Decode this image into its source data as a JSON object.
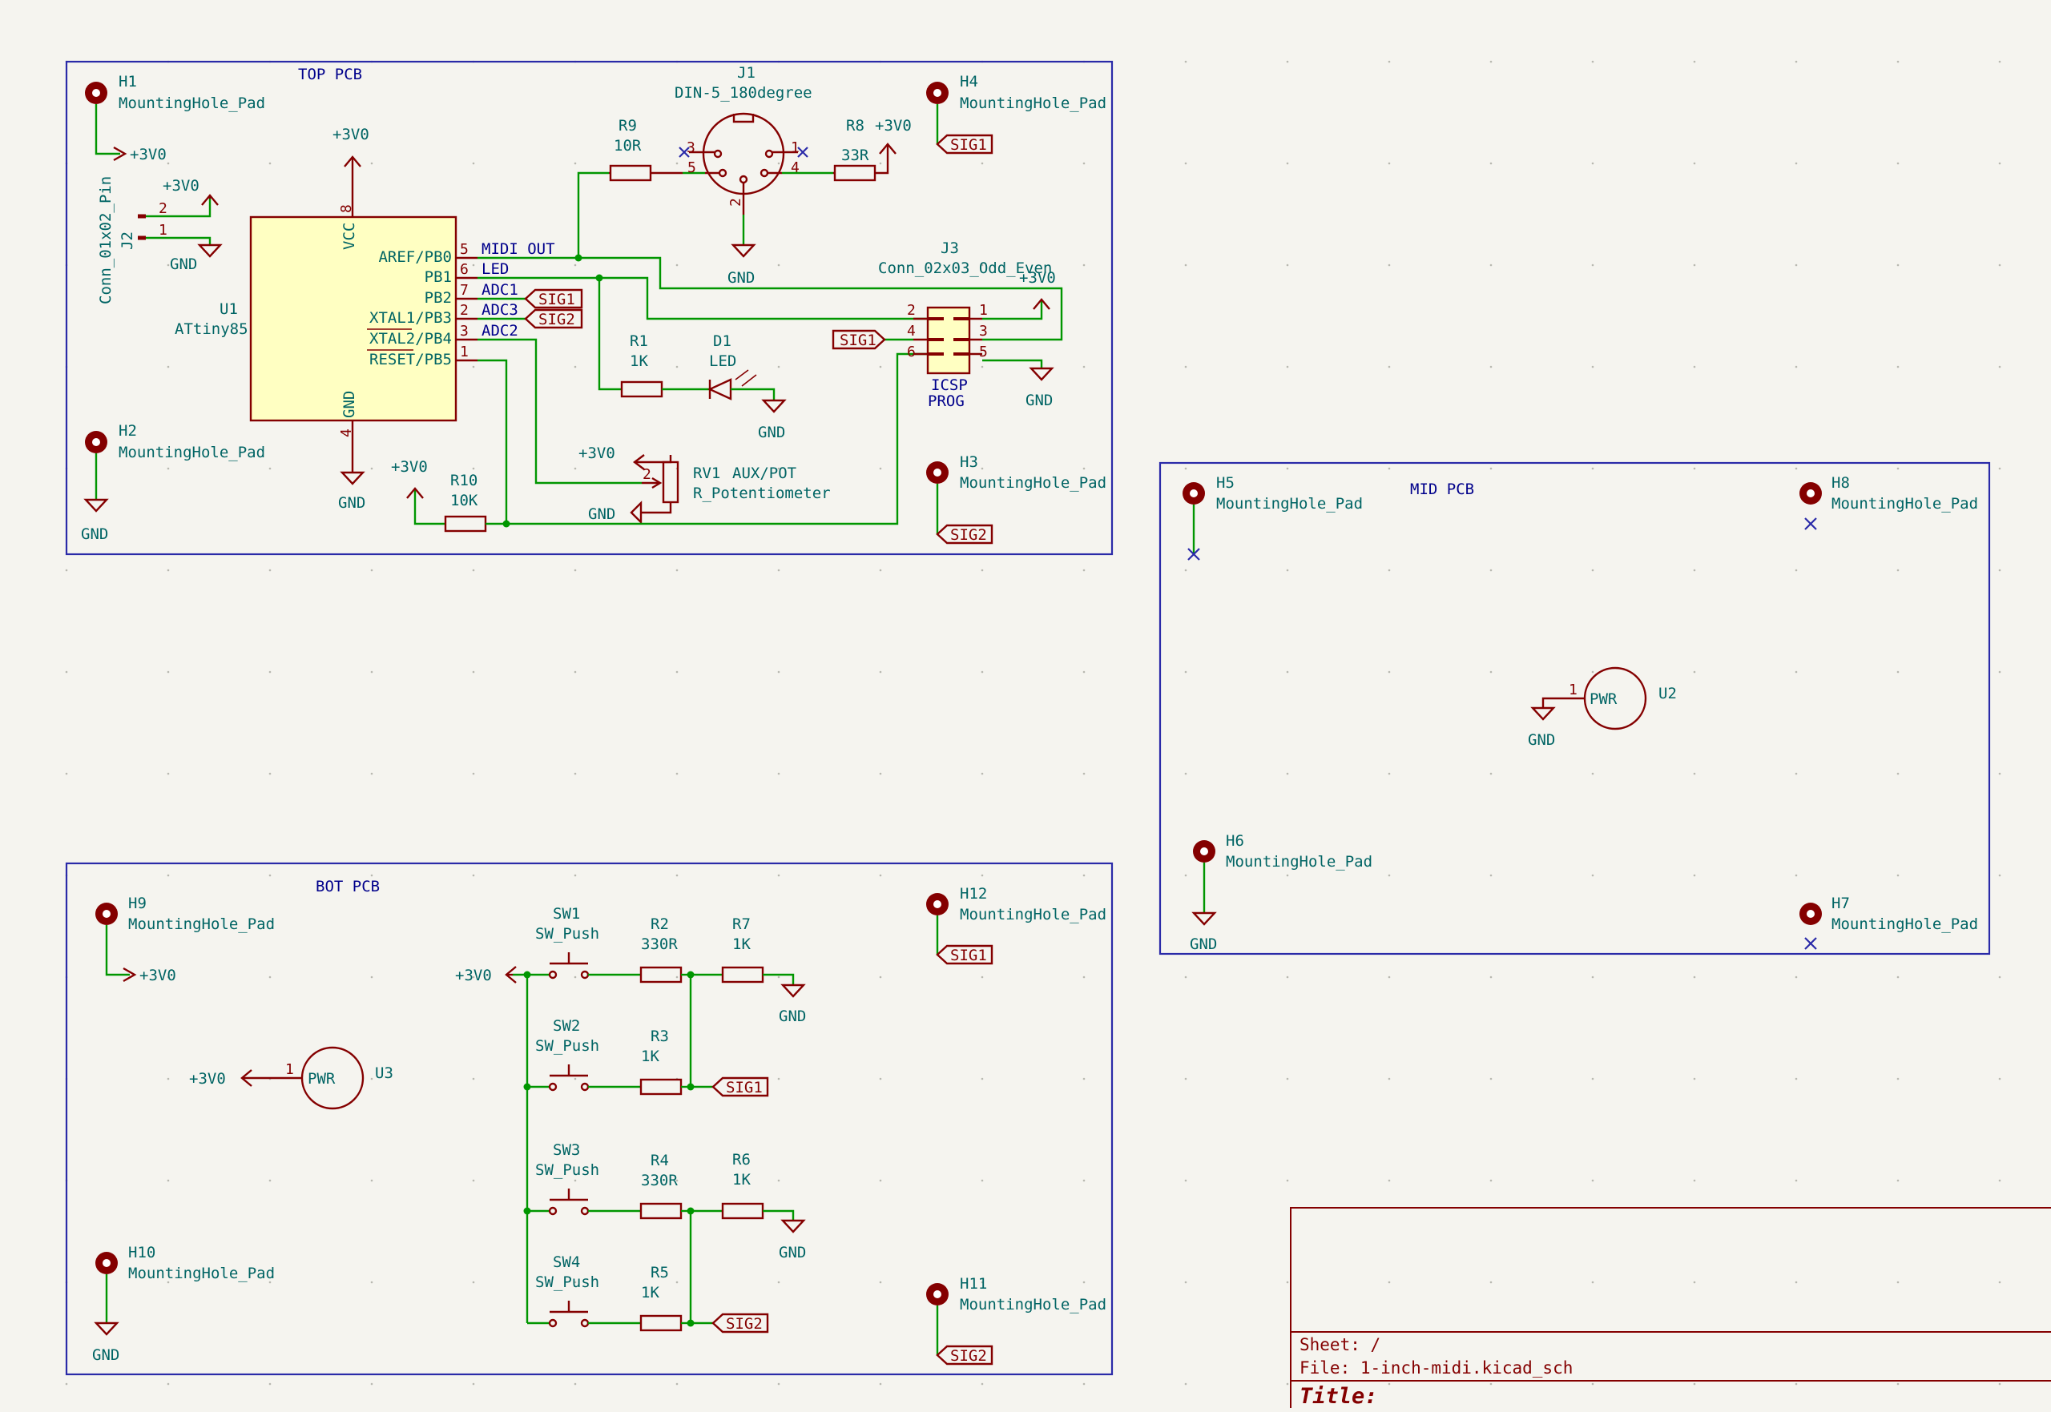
{
  "sheets": {
    "top": "TOP PCB",
    "mid": "MID PCB",
    "bot": "BOT PCB"
  },
  "power": {
    "v3": "+3V0",
    "gnd": "GND"
  },
  "pin_numbers": [
    "1",
    "2",
    "3",
    "4",
    "5",
    "6",
    "7",
    "8"
  ],
  "mounting_holes": [
    {
      "ref": "H1",
      "value": "MountingHole_Pad"
    },
    {
      "ref": "H2",
      "value": "MountingHole_Pad"
    },
    {
      "ref": "H3",
      "value": "MountingHole_Pad"
    },
    {
      "ref": "H4",
      "value": "MountingHole_Pad"
    },
    {
      "ref": "H5",
      "value": "MountingHole_Pad"
    },
    {
      "ref": "H6",
      "value": "MountingHole_Pad"
    },
    {
      "ref": "H7",
      "value": "MountingHole_Pad"
    },
    {
      "ref": "H8",
      "value": "MountingHole_Pad"
    },
    {
      "ref": "H9",
      "value": "MountingHole_Pad"
    },
    {
      "ref": "H10",
      "value": "MountingHole_Pad"
    },
    {
      "ref": "H11",
      "value": "MountingHole_Pad"
    },
    {
      "ref": "H12",
      "value": "MountingHole_Pad"
    }
  ],
  "labels": {
    "sig1": "SIG1",
    "sig2": "SIG2",
    "midi_out": "MIDI OUT",
    "led": "LED",
    "adc1": "ADC1",
    "adc3": "ADC3",
    "adc2": "ADC2",
    "icsp": "ICSP",
    "prog": "PROG",
    "aux_pot": "AUX/POT"
  },
  "u1": {
    "ref": "U1",
    "value": "ATtiny85",
    "pins": [
      "VCC",
      "GND",
      "AREF/PB0",
      "PB1",
      "PB2",
      "XTAL1/PB3",
      "XTAL2/PB4",
      "RESET/PB5"
    ]
  },
  "j1": {
    "ref": "J1",
    "value": "DIN-5_180degree"
  },
  "j2": {
    "ref": "J2",
    "value": "Conn_01x02_Pin"
  },
  "j3": {
    "ref": "J3",
    "value": "Conn_02x03_Odd_Even"
  },
  "r1": {
    "ref": "R1",
    "value": "1K"
  },
  "d1": {
    "ref": "D1",
    "value": "LED"
  },
  "r8": {
    "ref": "R8",
    "value": "33R"
  },
  "r9": {
    "ref": "R9",
    "value": "10R"
  },
  "r10": {
    "ref": "R10",
    "value": "10K"
  },
  "rv1": {
    "ref": "RV1",
    "value": "R_Potentiometer"
  },
  "u2": {
    "ref": "U2",
    "value": "PWR"
  },
  "u3": {
    "ref": "U3",
    "value": "PWR"
  },
  "switches": [
    {
      "ref": "SW1",
      "value": "SW_Push"
    },
    {
      "ref": "SW2",
      "value": "SW_Push"
    },
    {
      "ref": "SW3",
      "value": "SW_Push"
    },
    {
      "ref": "SW4",
      "value": "SW_Push"
    }
  ],
  "bot_resistors": [
    {
      "ref": "R2",
      "value": "330R"
    },
    {
      "ref": "R3",
      "value": "1K"
    },
    {
      "ref": "R4",
      "value": "330R"
    },
    {
      "ref": "R5",
      "value": "1K"
    },
    {
      "ref": "R6",
      "value": "1K"
    },
    {
      "ref": "R7",
      "value": "1K"
    }
  ],
  "title_block": {
    "sheet": "Sheet: /",
    "file": "File: 1-inch-midi.kicad_sch",
    "title": "Title:"
  },
  "colors": {
    "background": "#f5f4ef",
    "wire": "#009600",
    "symbol": "#840000",
    "text": "#006464",
    "frame": "#2a2aa8",
    "body_fill": "#ffffc2"
  }
}
